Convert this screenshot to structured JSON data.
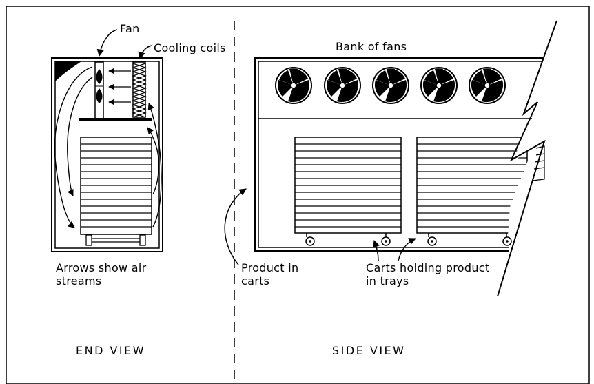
{
  "labels": {
    "fan": "Fan",
    "cooling_coils": "Cooling coils",
    "bank_of_fans": "Bank of fans",
    "arrows_line1": "Arrows show air",
    "arrows_line2": "streams",
    "product_line1": "Product in",
    "product_line2": "carts",
    "carts_line1": "Carts holding product",
    "carts_line2": "in trays",
    "end_view": "END VIEW",
    "side_view": "SIDE VIEW"
  },
  "colors": {
    "ink": "#000000",
    "paper": "#ffffff"
  }
}
